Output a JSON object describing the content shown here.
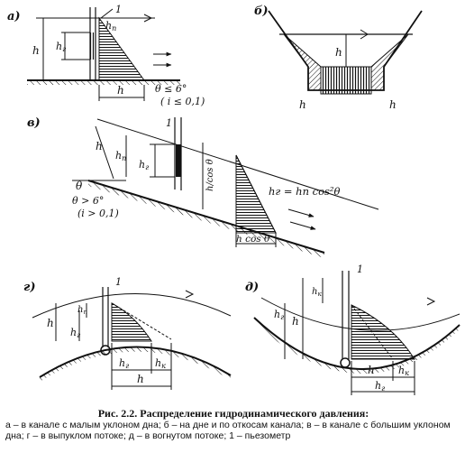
{
  "panels": {
    "a": {
      "letter": "а)",
      "h": "h",
      "h_r": "h",
      "h_r_sub": "г",
      "h_n": "h",
      "h_n_sub": "п",
      "piezo": "1",
      "h_bottom": "h",
      "theta_cond": "θ ≤ 6°",
      "i_cond": "( i ≤ 0,1)"
    },
    "b": {
      "letter": "б)",
      "h_mid": "h",
      "h_left": "h",
      "h_right": "h"
    },
    "c": {
      "letter": "в)",
      "piezo": "1",
      "h": "h",
      "h_n": "h",
      "h_n_sub": "п",
      "h_r": "h",
      "h_r_sub": "г",
      "h_cos": "h/cos θ",
      "theta": "θ",
      "theta_cond": "θ > 6°",
      "i_cond": "(i > 0,1)",
      "formula": "hг = hп cos²θ",
      "h_cos_bottom": "h cos θ"
    },
    "d": {
      "letter": "г)",
      "piezo": "1",
      "h": "h",
      "h_n": "h",
      "h_n_sub": "п",
      "h_r": "h",
      "h_r_sub": "г",
      "h_r_bottom": "h",
      "h_r_bottom_sub": "г",
      "h_k_bottom": "h",
      "h_k_bottom_sub": "к",
      "h_bottom": "h"
    },
    "e": {
      "letter": "д)",
      "piezo": "1",
      "h": "h",
      "h_k": "h",
      "h_k_sub": "к",
      "h_r": "h",
      "h_r_sub": "г",
      "h_bottom": "h",
      "h_k_bottom": "h",
      "h_k_bottom_sub": "к",
      "h_r_bottom": "h",
      "h_r_bottom_sub": "г"
    }
  },
  "caption": {
    "title": "Рис. 2.2. Распределение гидродинамического давления:",
    "body": "а – в канале с малым уклоном дна; б – на дне и по откосам канала; в – в канале с большим уклоном дна; г – в выпуклом потоке; д – в вогнутом потоке; 1 – пьезометр"
  }
}
